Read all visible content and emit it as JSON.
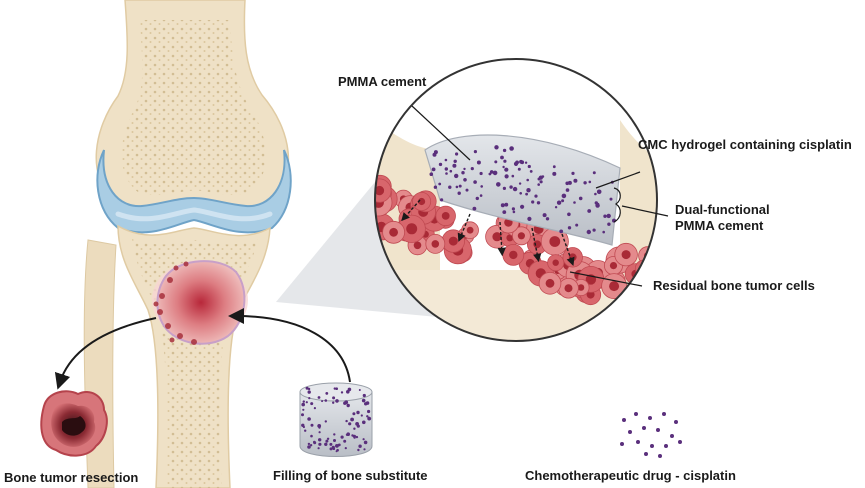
{
  "labels": {
    "pmma_cement": "PMMA cement",
    "cmc_hydrogel": "CMC hydrogel containing cisplatin",
    "dual_functional_line1": "Dual-functional",
    "dual_functional_line2": "PMMA cement",
    "residual_tumor": "Residual bone tumor cells",
    "bone_tumor_resection": "Bone tumor resection",
    "filling_substitute": "Filling of bone substitute",
    "chemo_drug": "Chemotherapeutic drug - cisplatin"
  },
  "colors": {
    "background": "#ffffff",
    "bone_outer": "#efe1c6",
    "bone_inner": "#e2cfa5",
    "cartilage": "#9fc6e0",
    "cartilage_edge": "#6fa3c8",
    "tumor": "#c9484f",
    "cement_grey": "#c7cbd2",
    "drug_purple": "#5a2f7c",
    "arrow": "#1a1a1a"
  }
}
